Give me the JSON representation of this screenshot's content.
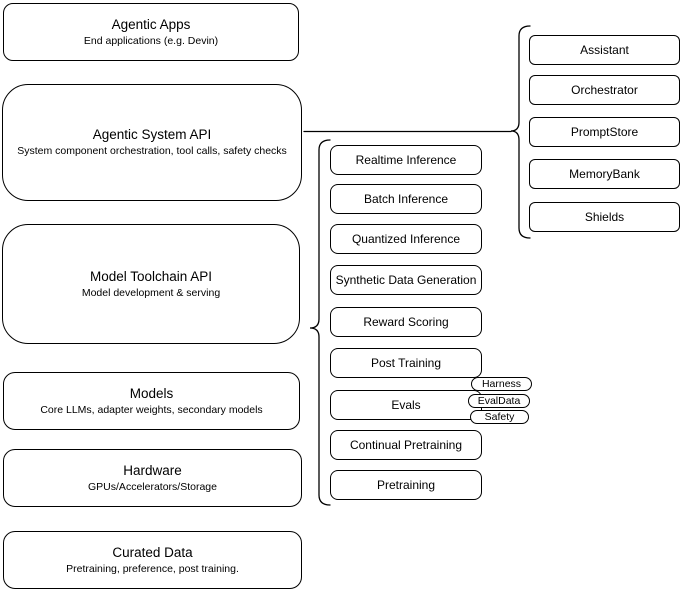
{
  "diagram": {
    "left_stack": [
      {
        "title": "Agentic Apps",
        "subtitle": "End applications (e.g. Devin)"
      },
      {
        "title": "Agentic System API",
        "subtitle": "System component orchestration, tool calls, safety checks"
      },
      {
        "title": "Model Toolchain API",
        "subtitle": "Model development & serving"
      },
      {
        "title": "Models",
        "subtitle": "Core LLMs, adapter weights, secondary models"
      },
      {
        "title": "Hardware",
        "subtitle": "GPUs/Accelerators/Storage"
      },
      {
        "title": "Curated Data",
        "subtitle": "Pretraining, preference, post training."
      }
    ],
    "toolchain_items": [
      "Realtime Inference",
      "Batch Inference",
      "Quantized Inference",
      "Synthetic Data Generation",
      "Reward Scoring",
      "Post Training",
      "Evals",
      "Continual Pretraining",
      "Pretraining"
    ],
    "eval_tags": [
      "Harness",
      "EvalData",
      "Safety"
    ],
    "system_components": [
      "Assistant",
      "Orchestrator",
      "PromptStore",
      "MemoryBank",
      "Shields"
    ],
    "colors": {
      "stroke": "#000000",
      "fill": "#ffffff",
      "text": "#000000",
      "background": "#ffffff"
    }
  }
}
